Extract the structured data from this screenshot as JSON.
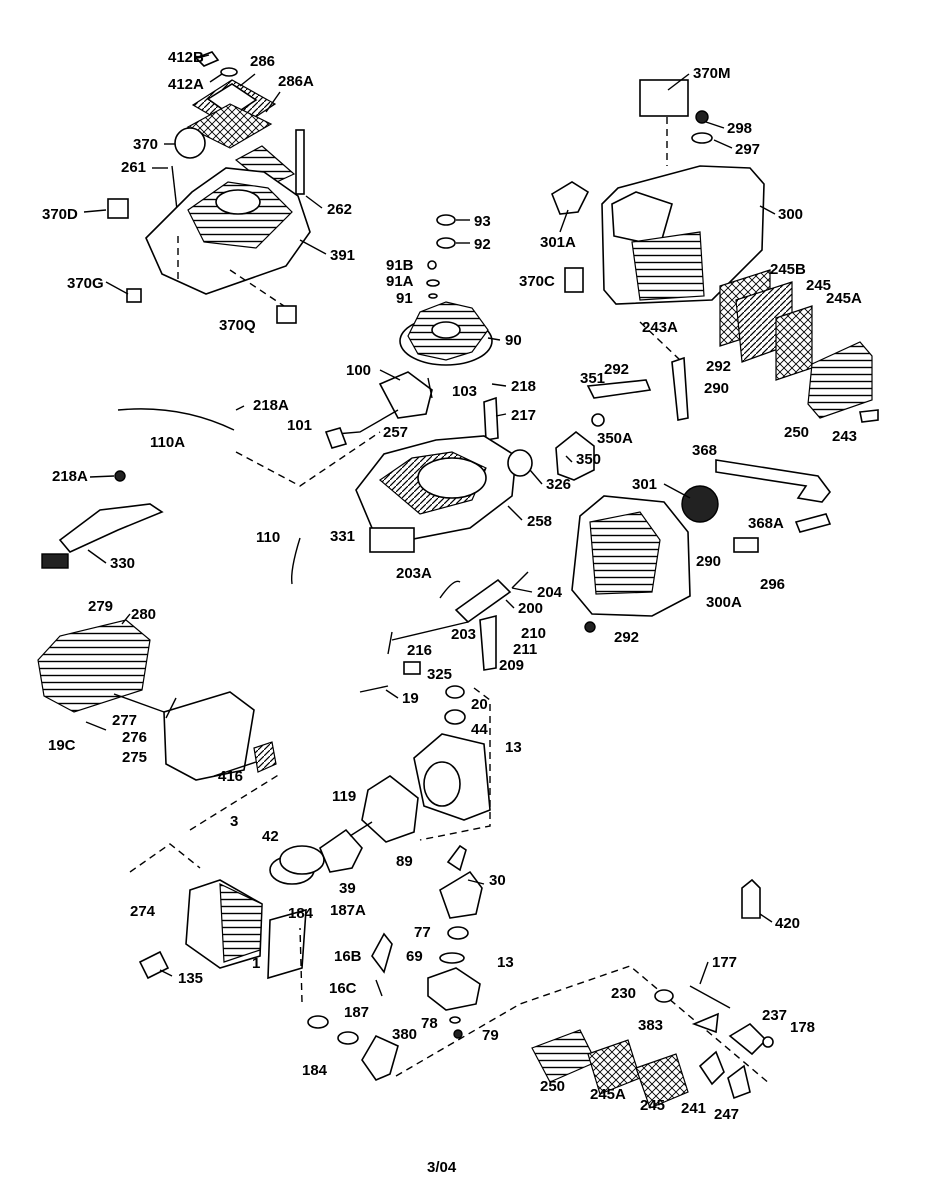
{
  "diagram": {
    "labels": [
      "412B",
      "412A",
      "286",
      "286A",
      "370",
      "261",
      "262",
      "370D",
      "391",
      "370G",
      "370Q",
      "370M",
      "298",
      "297",
      "300",
      "301A",
      "370C",
      "245B",
      "245",
      "245A",
      "243A",
      "292",
      "290",
      "250",
      "243",
      "93",
      "92",
      "91B",
      "91A",
      "91",
      "90",
      "100",
      "103",
      "218",
      "217",
      "218A",
      "101",
      "110A",
      "257",
      "292",
      "351",
      "350A",
      "350",
      "326",
      "368",
      "301",
      "258",
      "218A",
      "330",
      "110",
      "331",
      "368A",
      "296",
      "290",
      "300A",
      "292",
      "203A",
      "204",
      "200",
      "203",
      "210",
      "211",
      "209",
      "216",
      "325",
      "279",
      "280",
      "19",
      "277",
      "276",
      "19C",
      "275",
      "416",
      "20",
      "44",
      "13",
      "119",
      "3",
      "42",
      "39",
      "89",
      "30",
      "274",
      "184",
      "187A",
      "1",
      "135",
      "16B",
      "77",
      "69",
      "13",
      "16C",
      "187",
      "78",
      "79",
      "380",
      "184",
      "420",
      "177",
      "230",
      "237",
      "178",
      "383",
      "250",
      "245A",
      "245",
      "241",
      "247"
    ],
    "footer": "3/04"
  }
}
